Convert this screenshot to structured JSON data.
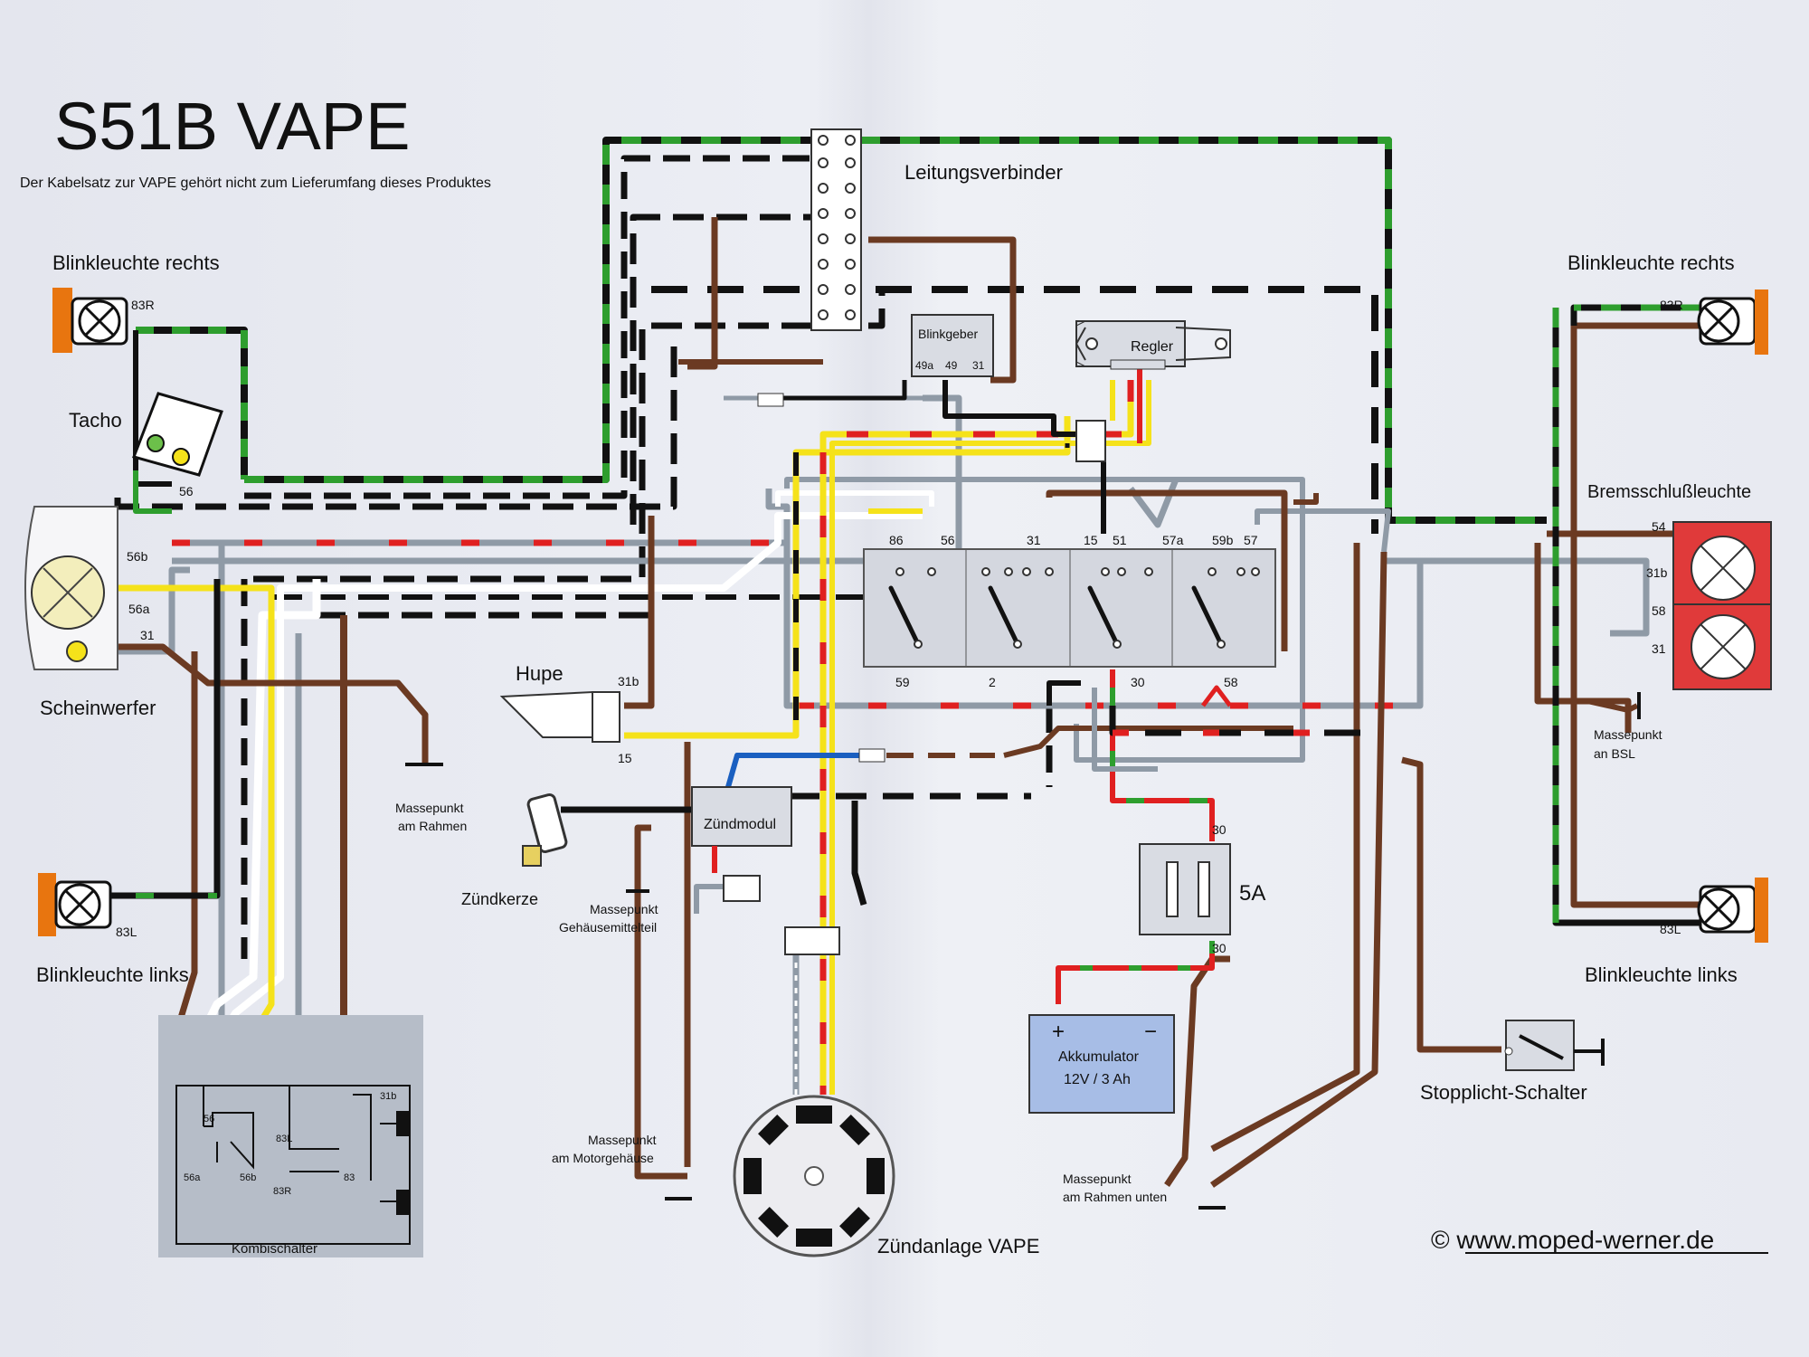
{
  "title": "S51B VAPE",
  "subtitle": "Der Kabelsatz zur VAPE gehört nicht zum Lieferumfang dieses Produktes",
  "copyright": "© www.moped-werner.de",
  "components": {
    "blinker_rechts_left": "Blinkleuchte rechts",
    "blinker_rechts_right": "Blinkleuchte rechts",
    "blinker_links_left": "Blinkleuchte links",
    "blinker_links_right": "Blinkleuchte links",
    "tacho": "Tacho",
    "scheinwerfer": "Scheinwerfer",
    "hupe": "Hupe",
    "zuendkerze": "Zündkerze",
    "zuendmodul": "Zündmodul",
    "leitungsverbinder": "Leitungsverbinder",
    "blinkgeber": "Blinkgeber",
    "regler": "Regler",
    "bremsschlussleuchte": "Bremsschlußleuchte",
    "stopplicht_schalter": "Stopplicht-Schalter",
    "zuendanlage": "Zündanlage VAPE",
    "kombischalter": "Kombischalter",
    "akkumulator": "Akkumulator",
    "akku_spec": "12V / 3 Ah",
    "fuse_rating": "5A"
  },
  "ground_points": {
    "rahmen_1": "Massepunkt",
    "rahmen_2": "am Rahmen",
    "gehaeuse_1": "Massepunkt",
    "gehaeuse_2": "Gehäusemittelteil",
    "motor_1": "Massepunkt",
    "motor_2": "am Motorgehäuse",
    "rahmen_unten_1": "Massepunkt",
    "rahmen_unten_2": "am Rahmen unten",
    "bsl_1": "Massepunkt",
    "bsl_2": "an BSL"
  },
  "terminals": {
    "r83R_left": "83R",
    "r83L_left": "83L",
    "r83R_right": "83R",
    "r83L_right": "83L",
    "tacho_56": "56",
    "sw_56b": "56b",
    "sw_56a": "56a",
    "sw_31": "31",
    "hupe_31b": "31b",
    "hupe_15": "15",
    "bg_49a": "49a",
    "bg_49": "49",
    "bg_31": "31",
    "zs_top": [
      "86",
      "56",
      "31",
      "15",
      "51",
      "57a",
      "59b",
      "57"
    ],
    "zs_bottom": [
      "59",
      "2",
      "30",
      "58"
    ],
    "fuse_30_top": "30",
    "fuse_30_bottom": "30",
    "bsl": [
      "54",
      "31b",
      "58",
      "31"
    ],
    "ks": [
      "31b",
      "56",
      "56a",
      "56b",
      "83L",
      "83R",
      "83"
    ],
    "akku_plus": "+",
    "akku_minus": "−"
  },
  "colors": {
    "wire_black": "#111111",
    "wire_green": "#2e9e2e",
    "wire_brown": "#6b3a22",
    "wire_red": "#e02020",
    "wire_yellow": "#f5e21a",
    "wire_grey": "#8f9aa6",
    "wire_white": "#ffffff",
    "wire_blue": "#1a5fc0",
    "blinker_orange": "#e8750f",
    "bsl_red": "#e03a3a",
    "battery_blue": "#a7bde6",
    "kombi_grey": "#b6bdc8"
  }
}
